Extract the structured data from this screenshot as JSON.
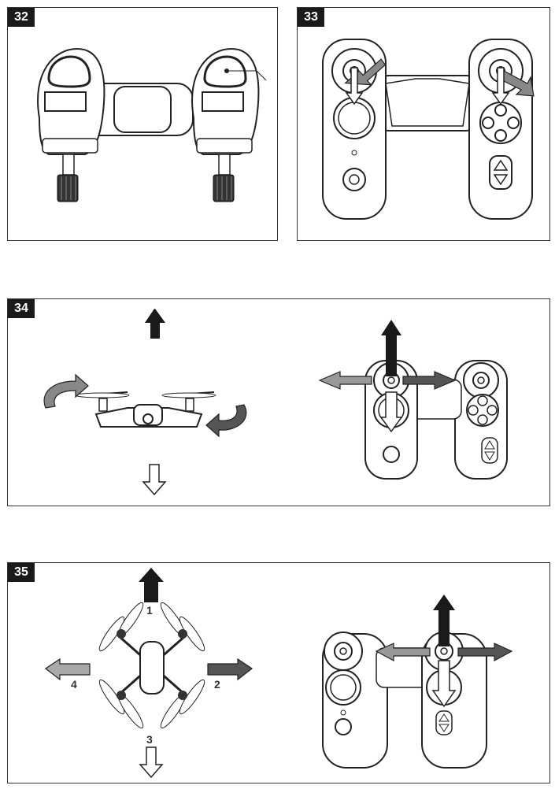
{
  "figures": [
    {
      "number": "32"
    },
    {
      "number": "33"
    },
    {
      "number": "34"
    },
    {
      "number": "35",
      "direction_labels": [
        "1",
        "2",
        "3",
        "4"
      ]
    }
  ]
}
